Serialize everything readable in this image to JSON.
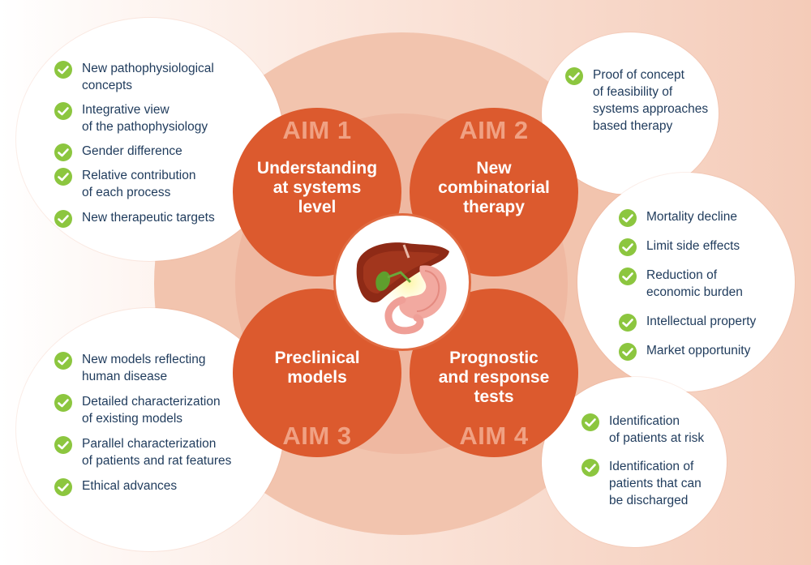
{
  "aims": [
    {
      "number": "AIM 1",
      "label": "Understanding\nat systems\nlevel"
    },
    {
      "number": "AIM 2",
      "label": "New\ncombinatorial\ntherapy"
    },
    {
      "number": "AIM 3",
      "label": "Preclinical\nmodels"
    },
    {
      "number": "AIM 4",
      "label": "Prognostic\nand response\ntests"
    }
  ],
  "lists": {
    "aim1": [
      "New pathophysiological\nconcepts",
      "Integrative view\nof the pathophysiology",
      "Gender difference",
      "Relative contribution\nof each process",
      "New therapeutic targets"
    ],
    "aim2": [
      "Proof of concept\nof feasibility of\nsystems approaches\nbased therapy"
    ],
    "benefits": [
      "Mortality decline",
      "Limit side effects",
      "Reduction of\neconomic burden",
      "Intellectual property",
      "Market opportunity"
    ],
    "aim3": [
      "New models reflecting\nhuman disease",
      "Detailed characterization\nof existing models",
      "Parallel characterization\nof patients and rat features",
      "Ethical advances"
    ],
    "aim4": [
      "Identification\nof patients at risk",
      "Identification of\npatients that can\nbe discharged"
    ]
  },
  "colors": {
    "aim_fill": "#dc5a2e",
    "aim_number": "#f0a183",
    "check": "#8cc63f",
    "text": "#1f3b5c"
  },
  "icons": {
    "check": "check-circle-icon",
    "center": "liver-stomach-icon"
  }
}
